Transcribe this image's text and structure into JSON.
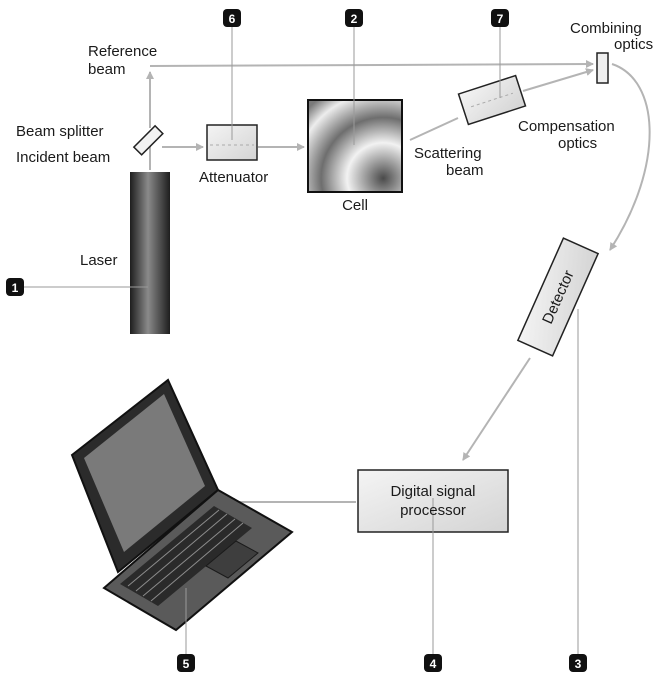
{
  "labels": {
    "reference_beam": [
      "Reference",
      "beam"
    ],
    "beam_splitter": "Beam splitter",
    "incident_beam": "Incident beam",
    "attenuator": "Attenuator",
    "cell": "Cell",
    "scattering_beam": [
      "Scattering",
      "beam"
    ],
    "compensation_optics": [
      "Compensation",
      "optics"
    ],
    "combining_optics": [
      "Combining",
      "optics"
    ],
    "laser": "Laser",
    "detector": "Detector",
    "dsp": [
      "Digital signal",
      "processor"
    ]
  },
  "markers": {
    "m1": "1",
    "m2": "2",
    "m3": "3",
    "m4": "4",
    "m5": "5",
    "m6": "6",
    "m7": "7"
  },
  "colors": {
    "beam": "#b4b4b4",
    "marker": "#111111",
    "laser_dark": "#2a2a2a",
    "box_fill": "#e6e6e6"
  }
}
